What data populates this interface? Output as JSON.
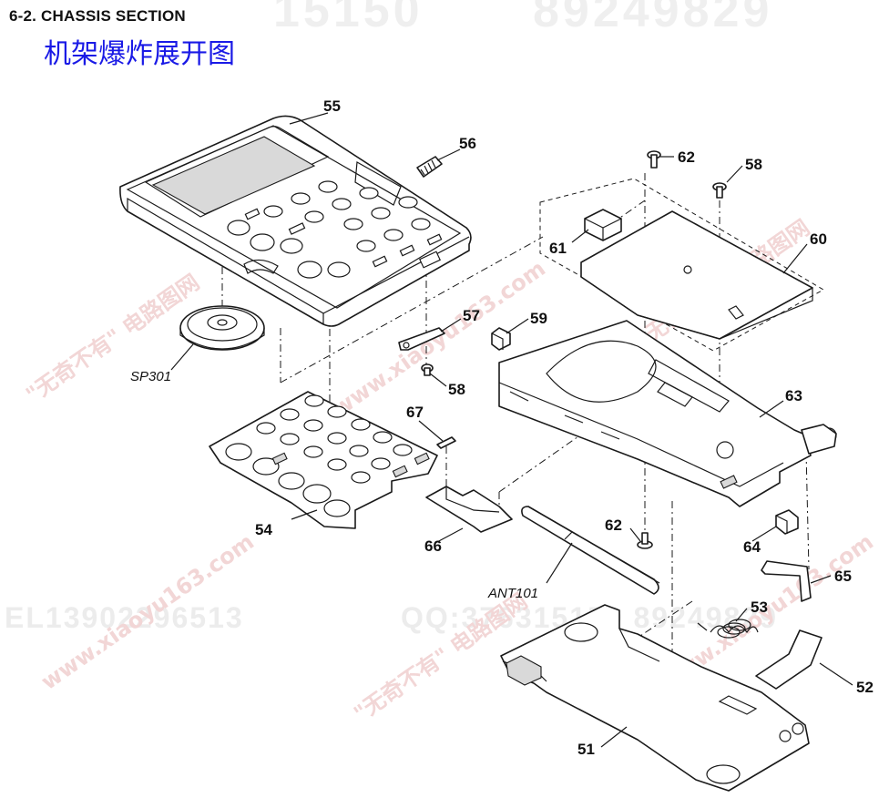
{
  "header": {
    "section_label": "6-2. CHASSIS SECTION",
    "section_title": "机架爆炸展开图"
  },
  "watermarks": {
    "top_a": "15150",
    "top_b": "89249829",
    "mid_a": "EL13902296513",
    "mid_b": "QQ:376315150 89249829",
    "diag_a": "\"无奇不有\" 电路图网",
    "diag_b": "www.xiaoyu163.com"
  },
  "callouts": {
    "p51": "51",
    "p52": "52",
    "p53": "53",
    "p54": "54",
    "p55": "55",
    "p56": "56",
    "p57": "57",
    "p58a": "58",
    "p58b": "58",
    "p59": "59",
    "p60": "60",
    "p61": "61",
    "p62a": "62",
    "p62b": "62",
    "p63": "63",
    "p64": "64",
    "p65": "65",
    "p66": "66",
    "p67": "67"
  },
  "references": {
    "speaker": "SP301",
    "antenna": "ANT101"
  }
}
